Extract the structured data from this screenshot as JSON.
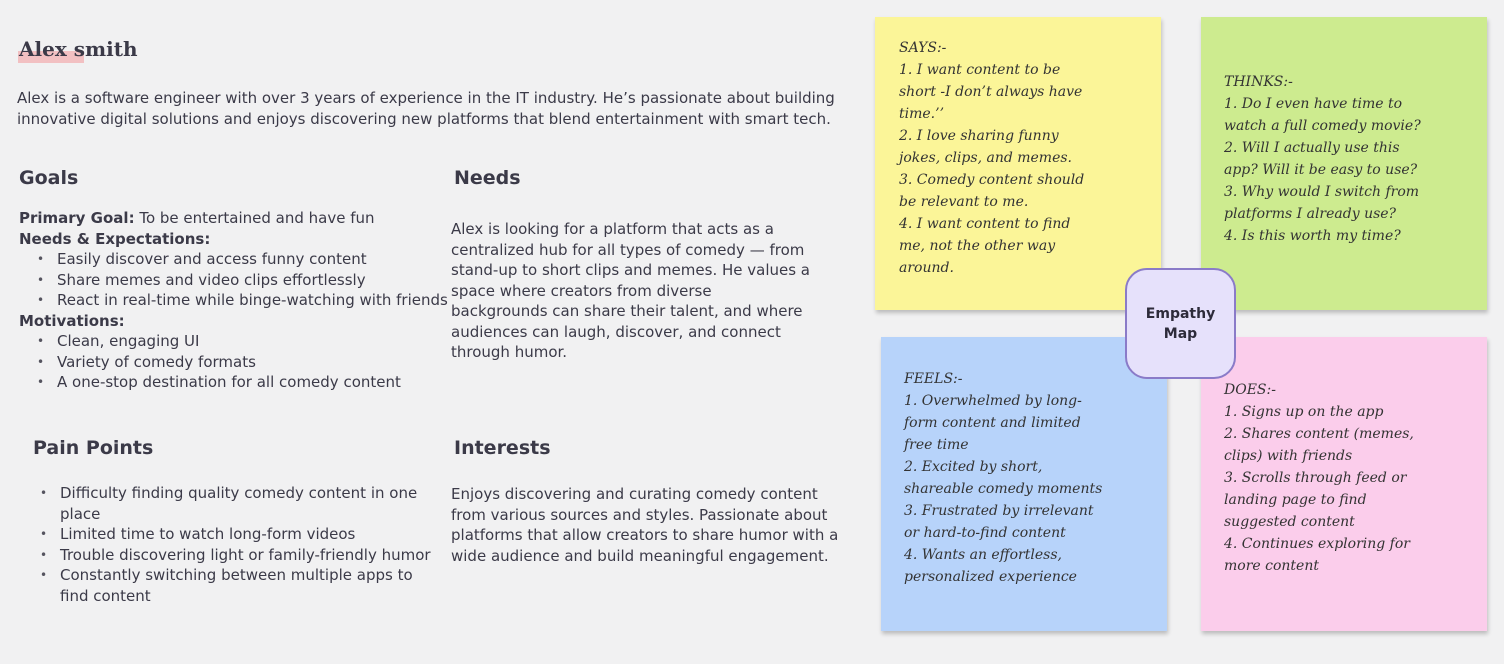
{
  "persona": {
    "name": "Alex smith",
    "bio": "Alex is a software engineer with over 3 years of experience in the IT industry. He’s passionate about building innovative digital solutions and enjoys discovering new platforms that blend entertainment with smart tech."
  },
  "goals": {
    "title": "Goals",
    "primary_label": "Primary Goal:",
    "primary_text": " To be entertained and have fun",
    "needs_label": "Needs & Expectations:",
    "needs_items": [
      "Easily discover and access funny content",
      "Share memes and video clips effortlessly",
      "React in real-time while binge-watching with friends"
    ],
    "motivations_label": "Motivations:",
    "motivations_items": [
      "Clean, engaging UI",
      "Variety of comedy formats",
      "A one-stop destination for all comedy content"
    ]
  },
  "needs": {
    "title": "Needs",
    "text": "Alex is looking for a platform that acts as a centralized hub for all types of comedy — from stand-up to short clips and memes. He values a space where creators from diverse backgrounds can share their talent, and where audiences can laugh, discover, and connect through humor."
  },
  "pain_points": {
    "title": "Pain Points",
    "items": [
      "Difficulty finding quality comedy content in one place",
      "Limited time to watch long-form videos",
      "Trouble discovering light or family-friendly humor",
      "Constantly switching between multiple apps to find content"
    ]
  },
  "interests": {
    "title": "Interests",
    "text": "Enjoys discovering and curating comedy content from various sources and styles. Passionate about platforms that allow creators to share humor with a wide audience and build meaningful engagement."
  },
  "empathy_map": {
    "center_line1": "Empathy",
    "center_line2": "Map",
    "says": {
      "color": "#fbf598",
      "lines": [
        "SAYS:-",
        "1. I want content to be",
        "short -I don’t always have",
        "time.’’",
        "2. I love sharing funny",
        "jokes, clips, and memes.",
        "3. Comedy content should",
        "be relevant to me.",
        "4. I want content to find",
        "me, not the other way",
        "around."
      ]
    },
    "thinks": {
      "color": "#cdeb8f",
      "lines": [
        "THINKS:-",
        "1. Do I even have time to",
        "watch a full comedy movie?",
        "2. Will I actually use this",
        "app? Will it be easy to use?",
        "3. Why would I switch from",
        "platforms I already use?",
        "4. Is this worth my time?"
      ]
    },
    "feels": {
      "color": "#b7d3fa",
      "lines": [
        "FEELS:-",
        "1. Overwhelmed by long-",
        "form content and limited",
        "free time",
        "2. Excited by short,",
        "shareable comedy moments",
        "3. Frustrated by irrelevant",
        "or hard-to-find content",
        "4. Wants an effortless,",
        "personalized experience"
      ]
    },
    "does": {
      "color": "#fbcdeb",
      "lines": [
        "DOES:-",
        "1. Signs up on the app",
        "2. Shares content (memes,",
        "clips) with friends",
        "3. Scrolls through feed or",
        "landing page to find",
        "suggested content",
        "4. Continues exploring for",
        "more content"
      ]
    }
  }
}
